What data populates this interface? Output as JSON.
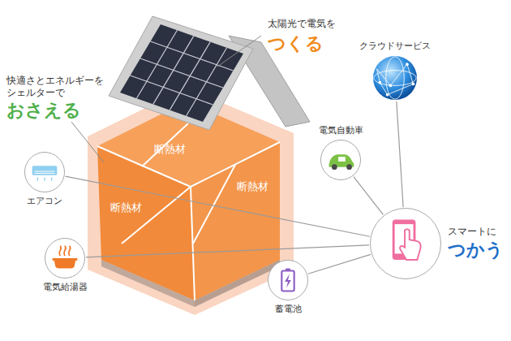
{
  "diagram": {
    "nodes": [
      {
        "text": [
          "クラウドサービス"
        ]
      },
      {
        "text": [
          "電気自動車"
        ]
      },
      {
        "text": [
          "エアコン"
        ]
      },
      {
        "text": [
          "スマートに",
          "つかう"
        ]
      },
      {
        "text": [
          "電気給湯器"
        ]
      },
      {
        "text": [
          "蓄電池"
        ]
      }
    ],
    "edges": [
      {
        "from": 0,
        "to": 3,
        "arrow": "none"
      },
      {
        "from": 1,
        "to": 3,
        "arrow": "none"
      },
      {
        "from": 2,
        "to": 3,
        "arrow": "none"
      },
      {
        "from": 4,
        "to": 3,
        "arrow": "none"
      },
      {
        "from": 5,
        "to": 3,
        "arrow": "none"
      }
    ],
    "labels": [
      "太陽光で電気を",
      "つくる",
      "快適さとエネルギーを シェルターで",
      "おさえる",
      "断熱材",
      "断熱材",
      "断熱材"
    ]
  }
}
